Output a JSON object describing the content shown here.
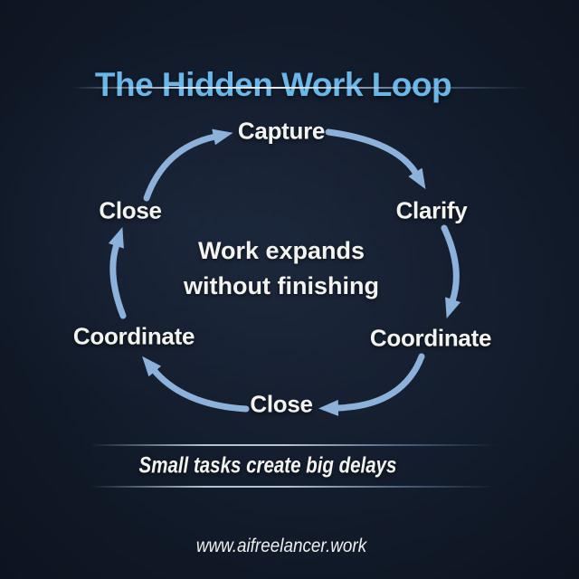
{
  "title": "The Hidden Work Loop",
  "cycle": {
    "center_message": {
      "line1": "Work expands",
      "line2": "without finishing"
    },
    "nodes": [
      {
        "id": "capture",
        "label": "Capture"
      },
      {
        "id": "clarify",
        "label": "Clarify"
      },
      {
        "id": "coordinate-right",
        "label": "Coordinate"
      },
      {
        "id": "close-bottom",
        "label": "Close"
      },
      {
        "id": "coordinate-left",
        "label": "Coordinate"
      },
      {
        "id": "close-top-left",
        "label": "Close"
      }
    ]
  },
  "tagline": "Small tasks create big delays",
  "footer": {
    "website": "www.aifreelancer.work"
  },
  "colors": {
    "bg": "#121b2a",
    "bg-center": "#182233",
    "bg-edge": "#0d1420",
    "title-blue": "#69b6e9",
    "arrow-blue": "#8cb2dc",
    "text-white": "#f3f3ef"
  }
}
